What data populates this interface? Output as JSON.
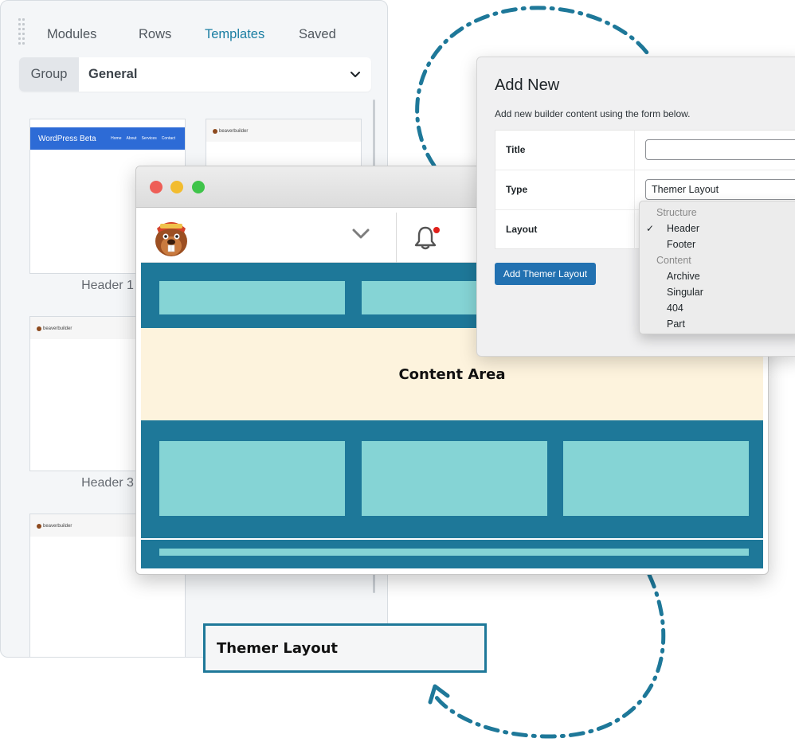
{
  "builder": {
    "tabs": [
      {
        "label": "Modules",
        "active": false
      },
      {
        "label": "Rows",
        "active": false
      },
      {
        "label": "Templates",
        "active": true
      },
      {
        "label": "Saved",
        "active": false
      }
    ],
    "group_label": "Group",
    "group_value": "General",
    "templates": [
      {
        "label": "Header 1",
        "preview_brand": "WordPress Beta",
        "preview_nav": [
          "Home",
          "About",
          "Services",
          "Contact"
        ]
      },
      {
        "label": "",
        "preview_brand": "beaverbuilder"
      },
      {
        "label": "Header 3",
        "preview_brand": "beaverbuilder"
      },
      {
        "label": "",
        "preview_brand": "beaverbuilder"
      }
    ]
  },
  "site_preview": {
    "content_area_label": "Content Area",
    "notification_badge": true
  },
  "dialog": {
    "title": "Add New",
    "description": "Add new builder content using the form below.",
    "fields": {
      "title_label": "Title",
      "title_value": "",
      "type_label": "Type",
      "type_value": "Themer Layout",
      "layout_label": "Layout"
    },
    "submit_label": "Add Themer Layout"
  },
  "layout_dropdown": {
    "groups": [
      {
        "label": "Structure",
        "options": [
          {
            "label": "Header",
            "selected": true
          },
          {
            "label": "Footer",
            "selected": false
          }
        ]
      },
      {
        "label": "Content",
        "options": [
          {
            "label": "Archive",
            "selected": false
          },
          {
            "label": "Singular",
            "selected": false
          },
          {
            "label": "404",
            "selected": false
          },
          {
            "label": "Part",
            "selected": false
          }
        ]
      }
    ],
    "check_glyph": "✓"
  },
  "callout_label": "Themer Layout",
  "colors": {
    "accent": "#1e7899",
    "block": "#85d4d5",
    "content_bg": "#fdf3dd",
    "tab_active": "#1c7fa3",
    "wp_button": "#2271b1",
    "template_bar": "#2d6bd6"
  },
  "icons": {
    "dropdown": "chevron-down-icon",
    "bell": "bell-icon",
    "logo": "beaver-logo-icon"
  }
}
